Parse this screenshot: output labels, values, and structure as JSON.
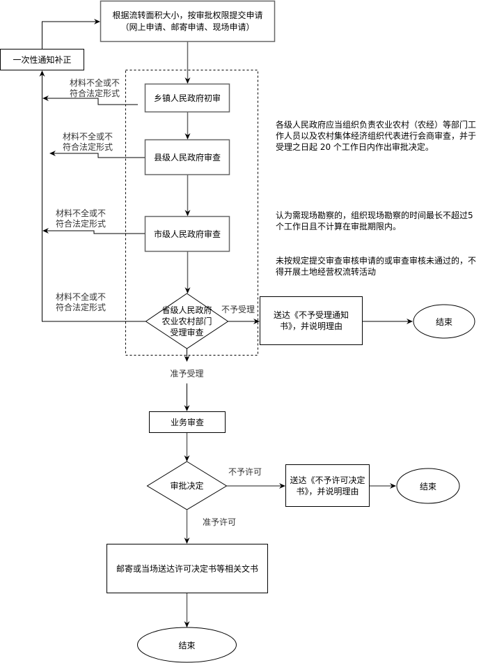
{
  "nodes": {
    "submit": {
      "line1": "根据流转面积大小，按审批权限提交申请",
      "line2": "（网上申请、邮寄申请、现场申请）"
    },
    "notify_correction": "一次性通知补正",
    "township_review": "乡镇人民政府初审",
    "county_review": "县级人民政府审查",
    "city_review": "市级人民政府审查",
    "province_review": {
      "line1": "省级人民政府",
      "line2": "农业农村部门",
      "line3": "受理审查"
    },
    "reject_notice": {
      "line1": "送达《不予受理通知",
      "line2": "书》，并说明理由"
    },
    "end1": "结束",
    "business_review": "业务审查",
    "approval_decision": "审批决定",
    "deny_notice": {
      "line1": "送达《不予许可决定",
      "line2": "书》，并说明理由"
    },
    "end2": "结束",
    "deliver_docs": "邮寄或当场送达许可决定书等相关文书",
    "end3": "结束"
  },
  "edge_labels": {
    "incomplete_line1": "材料不全或不",
    "incomplete_line2": "符合法定形式",
    "not_accepted": "不予受理",
    "accepted": "准予受理",
    "not_permitted": "不予许可",
    "permitted": "准予许可"
  },
  "note": {
    "para1": "各级人民政府应当组织负责农业农村（农经）等部门工作人员以及农村集体经济组织代表进行会商审查，并于受理之日起 20 个工作日内作出审批决定。",
    "para2": "认为需现场勘察的，组织现场勘察的时间最长不超过5个工作日且不计算在审批期限内。",
    "para3": "未按规定提交审查审核申请的或审查审核未通过的，不得开展土地经营权流转活动"
  }
}
